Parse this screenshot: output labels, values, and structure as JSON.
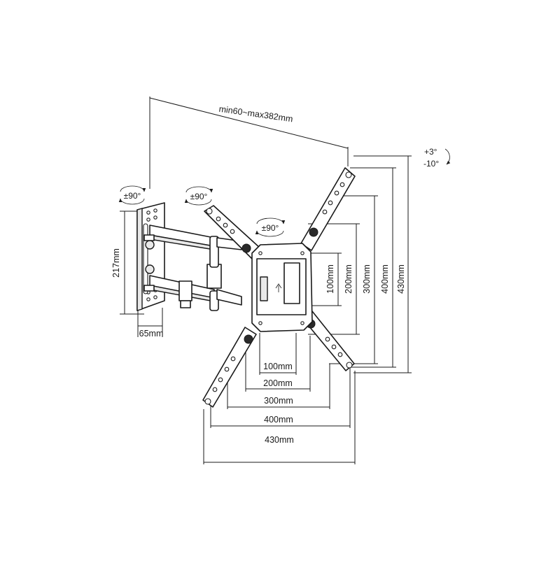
{
  "dimensions": {
    "arm_extension": "min60~max382mm",
    "wall_plate_height": "217mm",
    "wall_plate_width": "65mm",
    "vertical": [
      "100mm",
      "200mm",
      "300mm",
      "400mm",
      "430mm"
    ],
    "horizontal": [
      "100mm",
      "200mm",
      "300mm",
      "400mm",
      "430mm"
    ]
  },
  "rotations": {
    "wall_swivel": "±90°",
    "arm_swivel": "±90°",
    "plate_rotation": "±90°",
    "tilt_up": "+3°",
    "tilt_down": "-10°"
  },
  "icons": {
    "swivel": "rotation-arrow-icon",
    "tilt": "tilt-arrow-icon",
    "up": "up-arrow-icon"
  }
}
